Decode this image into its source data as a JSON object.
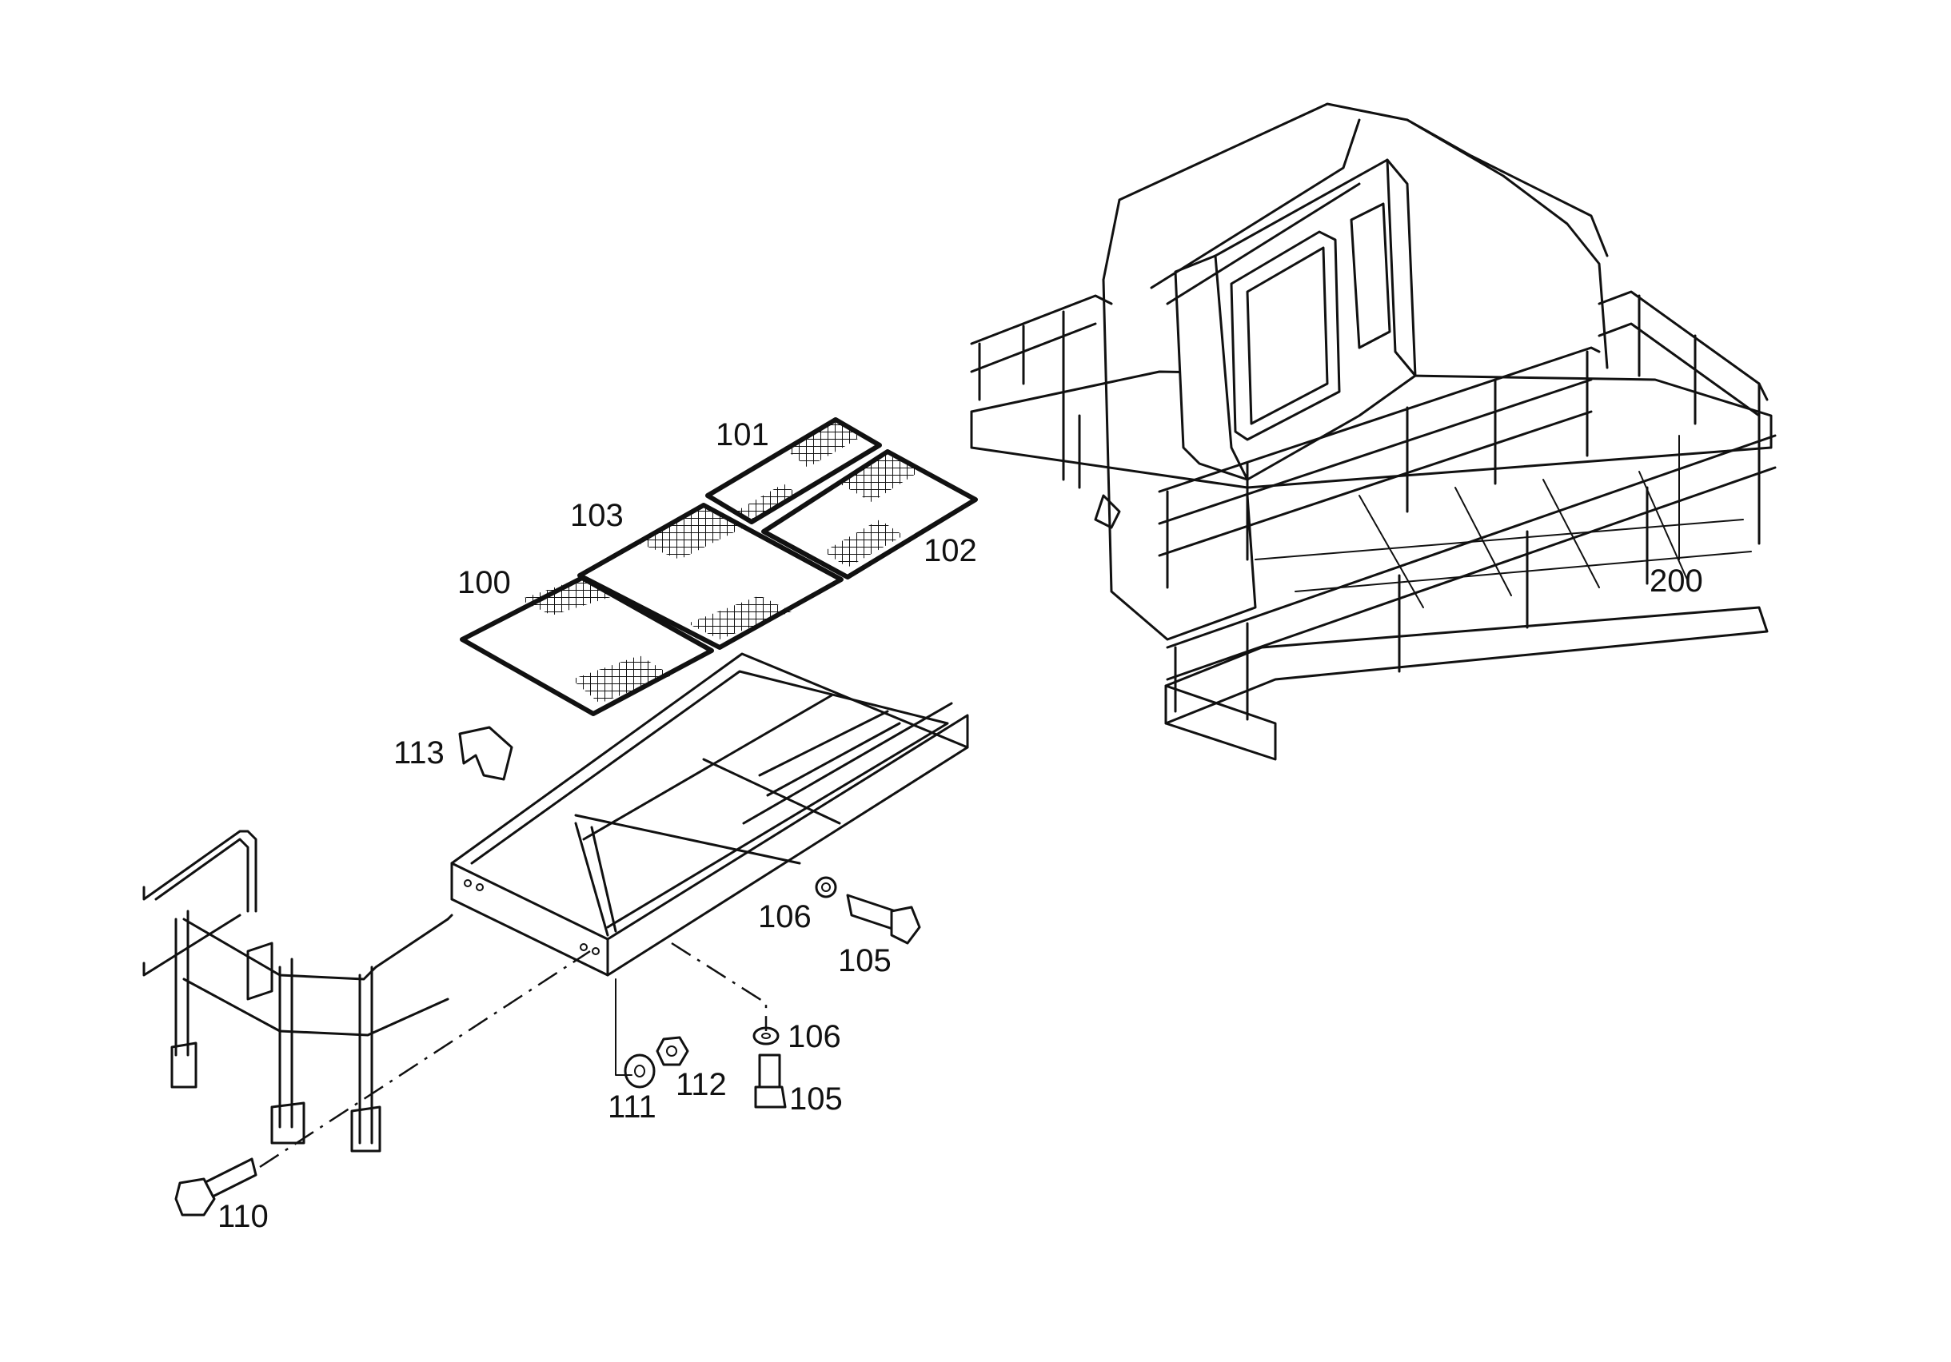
{
  "diagram": {
    "callouts": [
      {
        "id": "c100",
        "text": "100",
        "part": "grating-panel-100"
      },
      {
        "id": "c101",
        "text": "101",
        "part": "grating-panel-101"
      },
      {
        "id": "c102",
        "text": "102",
        "part": "grating-panel-102"
      },
      {
        "id": "c103",
        "text": "103",
        "part": "grating-panel-103"
      },
      {
        "id": "c105a",
        "text": "105",
        "part": "hex-bolt-upper"
      },
      {
        "id": "c105b",
        "text": "105",
        "part": "hex-bolt-lower"
      },
      {
        "id": "c106a",
        "text": "106",
        "part": "washer-upper"
      },
      {
        "id": "c106b",
        "text": "106",
        "part": "washer-lower"
      },
      {
        "id": "c110",
        "text": "110",
        "part": "railing-bolt"
      },
      {
        "id": "c111",
        "text": "111",
        "part": "washer-111"
      },
      {
        "id": "c112",
        "text": "112",
        "part": "nut-112"
      },
      {
        "id": "c113",
        "text": "113",
        "part": "clip-113"
      },
      {
        "id": "c200",
        "text": "200",
        "part": "machine-assembly"
      }
    ]
  }
}
